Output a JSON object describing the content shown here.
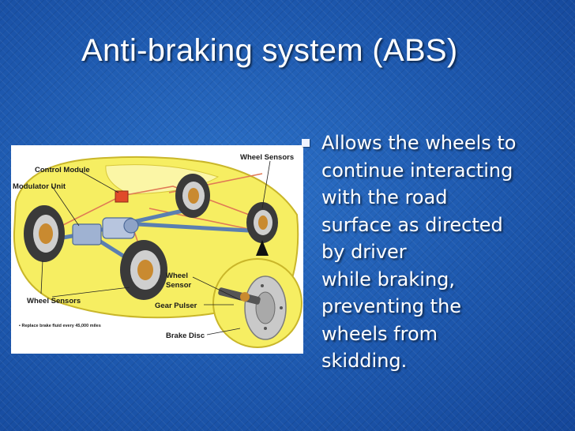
{
  "slide": {
    "title": "Anti-braking system (ABS)",
    "bullets": [
      {
        "lines": [
          "Allows the wheels to",
          "continue interacting",
          "with the road",
          "surface as directed",
          "by driver",
          "while braking,",
          "preventing the",
          "wheels from",
          "skidding."
        ]
      }
    ]
  },
  "diagram": {
    "labels": {
      "wheel_sensors_top": "Wheel Sensors",
      "control_module": "Control Module",
      "modulator_unit": "Modulator Unit",
      "wheel_sensor": "Wheel",
      "wheel_sensor_2": "Sensor",
      "wheel_sensors_bottom": "Wheel Sensors",
      "gear_pulser": "Gear Pulser",
      "brake_disc": "Brake Disc",
      "footnote": "▪ Replace brake fluid every 45,000 miles"
    },
    "colors": {
      "car_body": "#f6ee62",
      "car_outline": "#c9b62a",
      "brake_line": "#e07a55",
      "hydraulic_pipe": "#5b7fb0",
      "control_module": "#e04a2a",
      "tire": "#3a3a3a"
    }
  }
}
